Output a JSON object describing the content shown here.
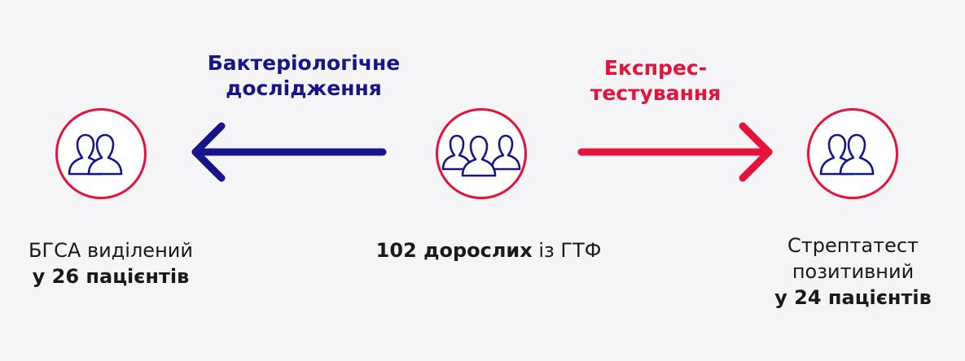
{
  "colors": {
    "background": "#f5f4f7",
    "circle_border": "#e4133c",
    "icon_stroke": "#18158a",
    "bacteriology": "#18158a",
    "express": "#e4133c",
    "text": "#1a1a1a"
  },
  "icons": {
    "left": "two-people-icon",
    "center": "three-people-icon",
    "right": "two-people-icon"
  },
  "bacteriology": {
    "line1": "Бактеріологічне",
    "line2": "дослідження"
  },
  "express": {
    "line1": "Експрес-",
    "line2": "тестування"
  },
  "left_caption": {
    "line1": "БГСА виділений",
    "line2": "у 26 пацієнтів"
  },
  "center_caption": {
    "bold": "102 дорослих",
    "rest": " із ГТФ"
  },
  "right_caption": {
    "line1": "Стрептатест",
    "line2": "позитивний",
    "line3": "у 24 пацієнтів"
  }
}
